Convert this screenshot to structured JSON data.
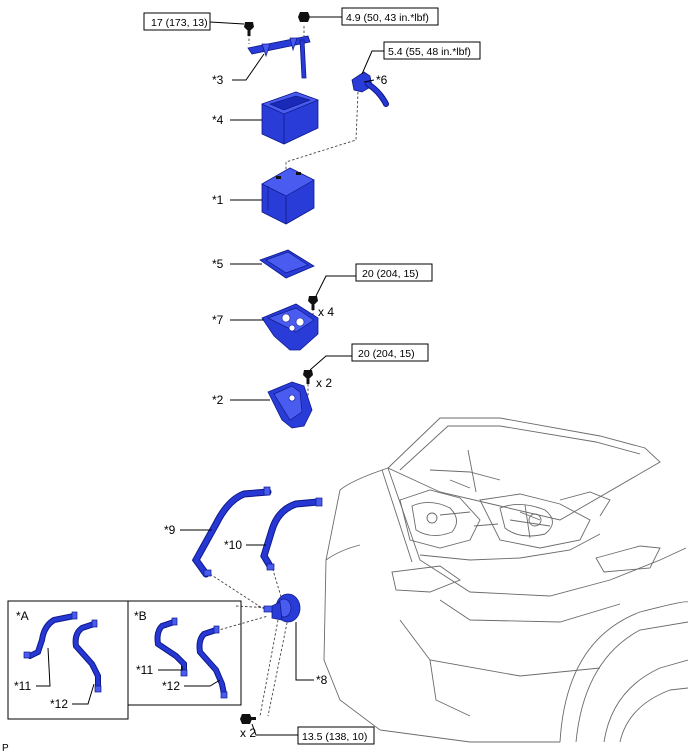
{
  "labels": {
    "p1": "*1",
    "p2": "*2",
    "p3": "*3",
    "p4": "*4",
    "p5": "*5",
    "p6": "*6",
    "p7": "*7",
    "p8": "*8",
    "p9": "*9",
    "p10": "*10",
    "a_11": "*11",
    "a_12": "*12",
    "b_11": "*11",
    "b_12": "*12",
    "inset_a": "*A",
    "inset_b": "*B"
  },
  "torques": {
    "t_top_left": "17 (173, 13)",
    "t_top_right": "4.9 (50, 43 in.*lbf)",
    "t_terminal": "5.4 (55, 48 in.*lbf)",
    "t_tray1": "20 (204, 15)",
    "t_tray2": "20 (204, 15)",
    "t_bottom": "13.5 (138, 10)"
  },
  "quantities": {
    "q_tray1": "x 4",
    "q_tray2": "x 2",
    "q_bottom": "x 2"
  },
  "corner_mark": "P",
  "colors": {
    "part_blue": "#2a3cd8",
    "part_outline": "#0e1a8a",
    "car_line": "#6b6b6b"
  }
}
